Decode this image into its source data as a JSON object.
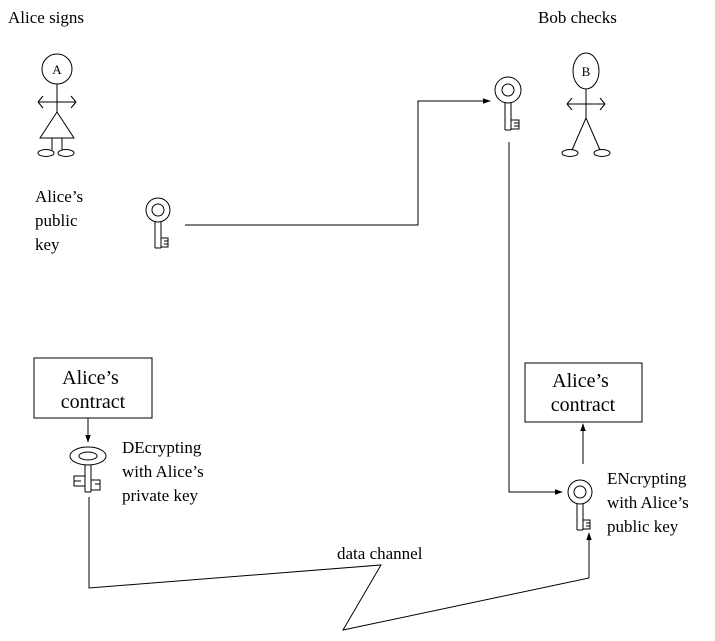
{
  "alice": {
    "heading": "Alice signs",
    "head_letter": "A",
    "public_key_label": [
      "Alice’s",
      "public",
      "key"
    ],
    "contract_label": [
      "Alice’s",
      "contract"
    ],
    "decrypt_label": [
      "DEcrypting",
      "with Alice’s",
      "private key"
    ]
  },
  "bob": {
    "heading": "Bob checks",
    "head_letter": "B",
    "contract_label": [
      "Alice’s",
      "contract"
    ],
    "encrypt_label": [
      "ENcrypting",
      "with Alice’s",
      "public key"
    ]
  },
  "channel": {
    "label": "data channel"
  },
  "icons": {
    "person": "stick-figure-icon",
    "key": "key-icon"
  }
}
